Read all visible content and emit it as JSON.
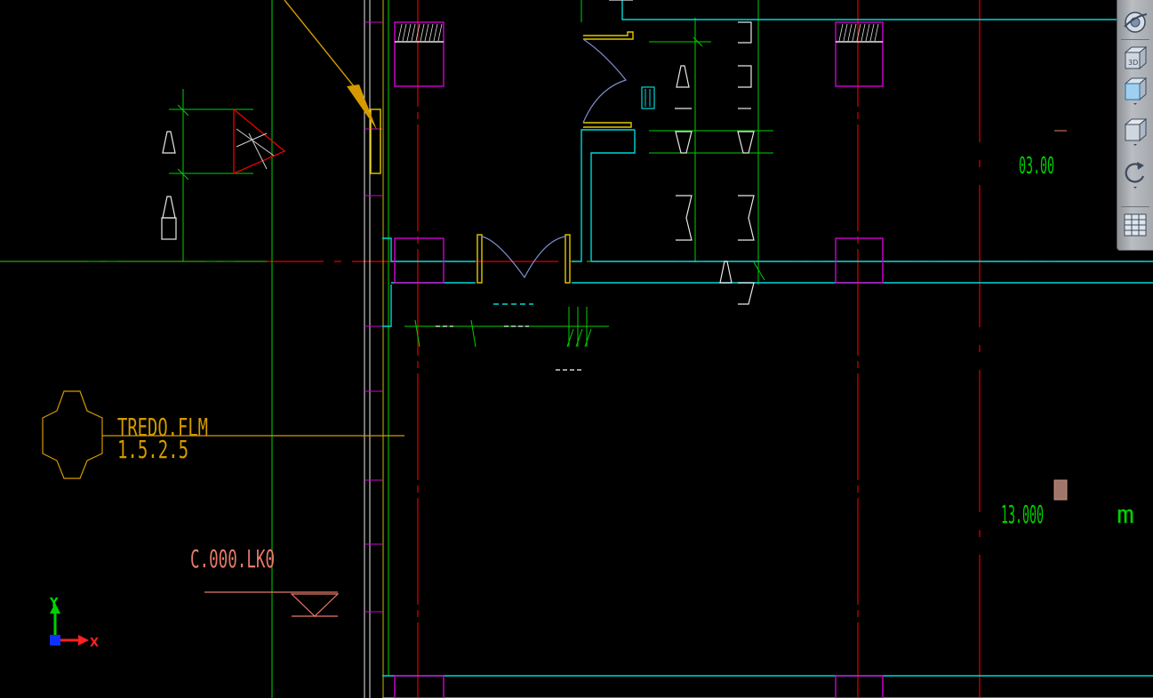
{
  "drawing": {
    "labels": {
      "elev_1": "03.00",
      "elev_2": "13.000",
      "elev_3": "m",
      "section_text": "TREDO.FLM",
      "section_sub": "1.5.2.5",
      "level_label": "C.000.LK0",
      "door_dims": "- - -"
    }
  },
  "ucs": {
    "x_label": "X",
    "y_label": "Y"
  },
  "nav_bar": {
    "tools": [
      {
        "name": "navigation-wheel",
        "icon": "steering-wheel-icon"
      },
      {
        "name": "3d-view",
        "icon": "cube-3d-icon",
        "label": "3D"
      },
      {
        "name": "visual-style",
        "icon": "cube-front-icon"
      },
      {
        "name": "view-cube",
        "icon": "cube-iso-icon"
      },
      {
        "name": "orbit",
        "icon": "orbit-arrow-icon"
      },
      {
        "name": "properties",
        "icon": "table-grid-icon"
      }
    ]
  },
  "colors": {
    "background": "#000000",
    "grid_red": "#e00000",
    "wall_cyan": "#00d7d7",
    "dim_green": "#00d000",
    "column_magenta": "#d000d0",
    "yellow": "#e6c800",
    "orange": "#d49a00",
    "blue_door": "#7d8cc8",
    "salmon": "#e87a6a"
  }
}
